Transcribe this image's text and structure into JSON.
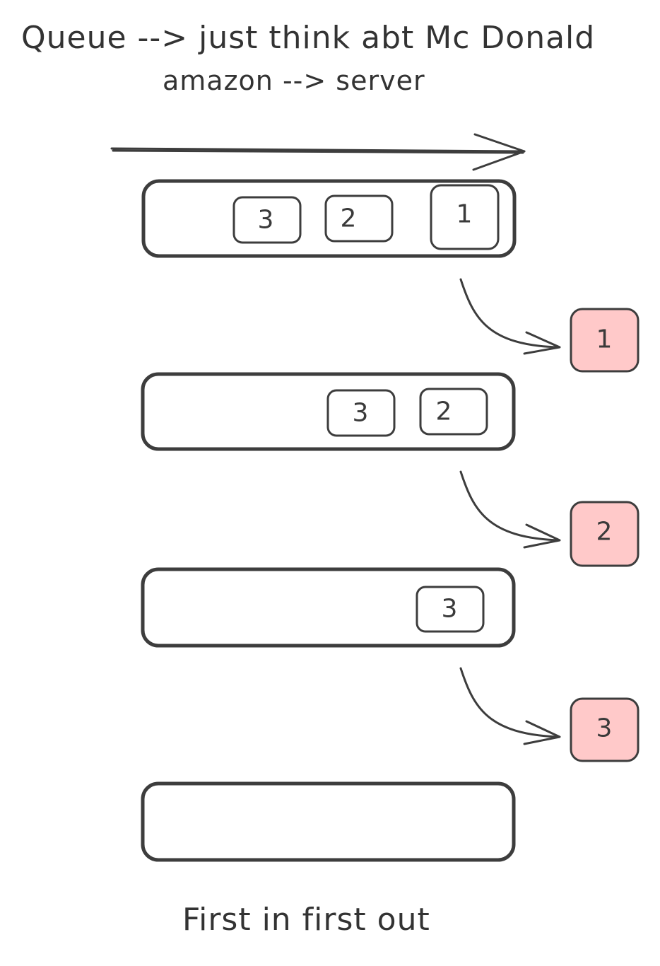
{
  "title": {
    "line1": "Queue  --> just think abt Mc Donald",
    "line2": "amazon --> server"
  },
  "queue_states": [
    {
      "items": [
        "3",
        "2",
        "1"
      ]
    },
    {
      "items": [
        "3",
        "2"
      ]
    },
    {
      "items": [
        "3"
      ]
    },
    {
      "items": []
    }
  ],
  "dequeued": [
    "1",
    "2",
    "3"
  ],
  "colors": {
    "stroke": "#3d3d3d",
    "dequeued_fill": "#ffc9c9",
    "text": "#333333"
  },
  "footer": "First in first out"
}
